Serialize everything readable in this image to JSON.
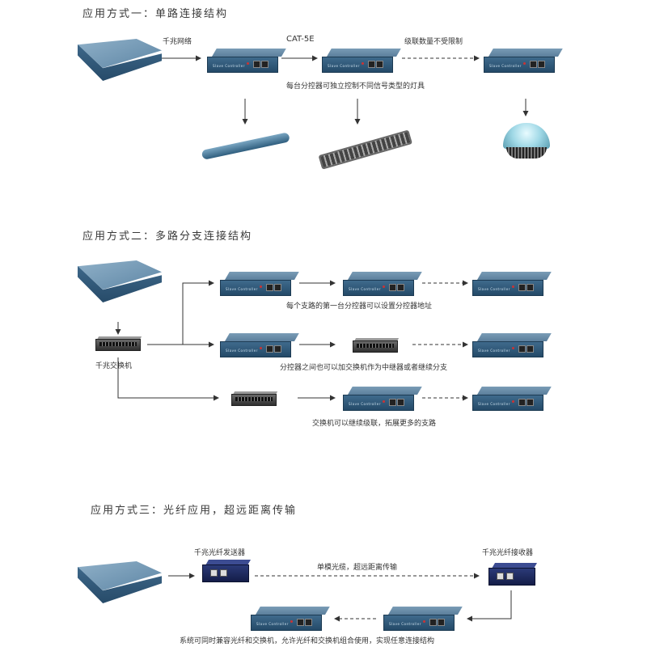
{
  "sections": {
    "s1": {
      "title": "应用方式一：单路连接结构",
      "label_gigabit": "千兆网络",
      "label_cat": "CAT-5E",
      "label_cascade": "级联数量不受限制",
      "label_note": "每台分控器可独立控制不同信号类型的灯具"
    },
    "s2": {
      "title": "应用方式二：多路分支连接结构",
      "label_switch": "千兆交换机",
      "label_row1": "每个支路的第一台分控器可以设置分控器地址",
      "label_row2": "分控器之间也可以加交换机作为中继器或者继续分支",
      "label_row3": "交换机可以继续级联，拓展更多的支路"
    },
    "s3": {
      "title": "应用方式三：光纤应用，超远距离传输",
      "label_sender": "千兆光纤发送器",
      "label_receiver": "千兆光纤接收器",
      "label_fiber": "单模光缆，超远距离传输",
      "label_bottom": "系统可同时兼容光纤和交换机，允许光纤和交换机组合使用，实现任意连接结构"
    }
  },
  "device_brand": "Slave Controller",
  "icons": [
    "main-controller-icon",
    "slave-controller-icon",
    "network-switch-icon",
    "fiber-transceiver-icon",
    "led-tube-icon",
    "wall-washer-icon",
    "dome-lamp-icon"
  ],
  "colors": {
    "controller_top": "#6f93b0",
    "controller_front": "#2f587a",
    "switch": "#3f3f3f",
    "fiber": "#1f2b64",
    "line": "#333333"
  }
}
